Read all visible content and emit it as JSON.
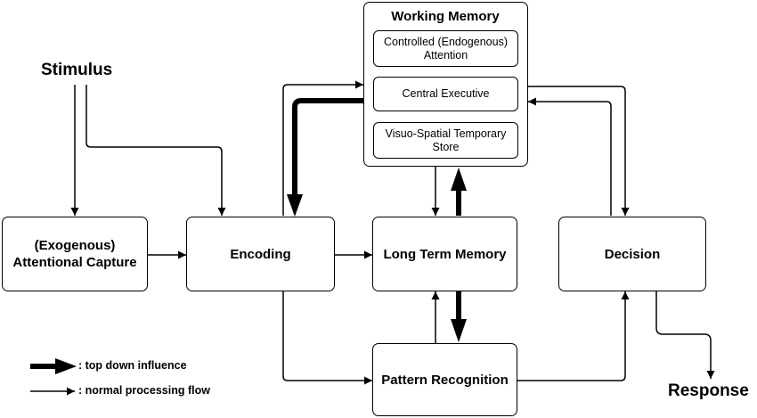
{
  "diagram": {
    "stimulus": "Stimulus",
    "response": "Response",
    "working_memory": {
      "title": "Working Memory",
      "controlled_attention": "Controlled (Endogenous) Attention",
      "central_executive": "Central Executive",
      "visuo_spatial_store": "Visuo-Spatial Temporary Store"
    },
    "attentional_capture": "(Exogenous) Attentional Capture",
    "encoding": "Encoding",
    "long_term_memory": "Long Term Memory",
    "decision": "Decision",
    "pattern_recognition": "Pattern Recognition"
  },
  "legend": {
    "top_down": ": top down influence",
    "normal_flow": ": normal processing flow"
  }
}
